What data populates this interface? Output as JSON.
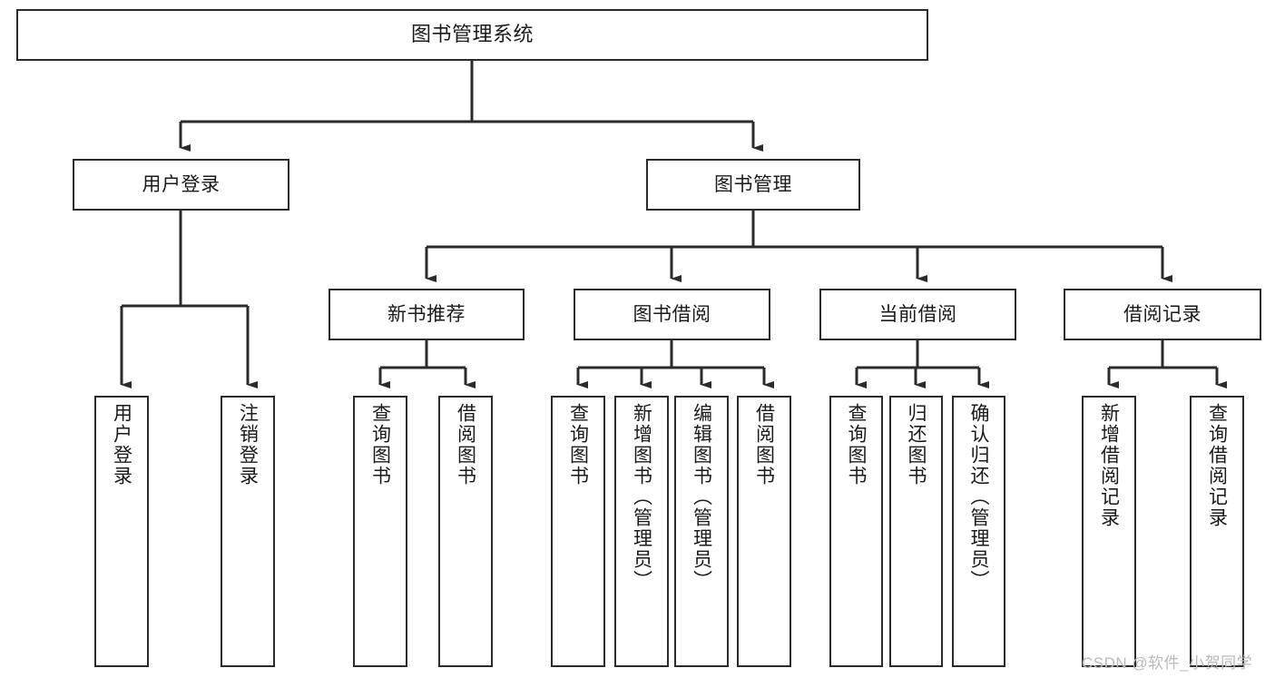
{
  "diagram": {
    "title": "图书管理系统",
    "watermark": "CSDN @软件_小贺同学",
    "colors": {
      "box_border": "#2b2b2b",
      "box_fill": "#ffffff",
      "connector": "#333333",
      "text": "#1a1a1a",
      "watermark": "#b9b9b9"
    },
    "nodes": {
      "root": {
        "label": "图书管理系统"
      },
      "level2": [
        {
          "id": "user-login",
          "label": "用户登录"
        },
        {
          "id": "book-management",
          "label": "图书管理"
        }
      ],
      "level3": [
        {
          "id": "new-book-recommend",
          "label": "新书推荐"
        },
        {
          "id": "book-borrow",
          "label": "图书借阅"
        },
        {
          "id": "current-borrow",
          "label": "当前借阅"
        },
        {
          "id": "borrow-record",
          "label": "借阅记录"
        }
      ],
      "leaves": {
        "user_login": [
          {
            "id": "leaf-user-login",
            "label": "用户登录"
          },
          {
            "id": "leaf-logout",
            "label": "注销登录"
          }
        ],
        "new_book_recommend": [
          {
            "id": "leaf-query-book-1",
            "label": "查询图书"
          },
          {
            "id": "leaf-borrow-book-1",
            "label": "借阅图书"
          }
        ],
        "book_borrow": [
          {
            "id": "leaf-query-book-2",
            "label": "查询图书"
          },
          {
            "id": "leaf-add-book",
            "label": "新增图书（管理员）"
          },
          {
            "id": "leaf-edit-book",
            "label": "编辑图书（管理员）"
          },
          {
            "id": "leaf-borrow-book-2",
            "label": "借阅图书"
          }
        ],
        "current_borrow": [
          {
            "id": "leaf-query-book-3",
            "label": "查询图书"
          },
          {
            "id": "leaf-return-book",
            "label": "归还图书"
          },
          {
            "id": "leaf-confirm-return",
            "label": "确认归还（管理员）"
          }
        ],
        "borrow_record": [
          {
            "id": "leaf-add-record",
            "label": "新增借阅记录"
          },
          {
            "id": "leaf-query-record",
            "label": "查询借阅记录"
          }
        ]
      }
    }
  }
}
